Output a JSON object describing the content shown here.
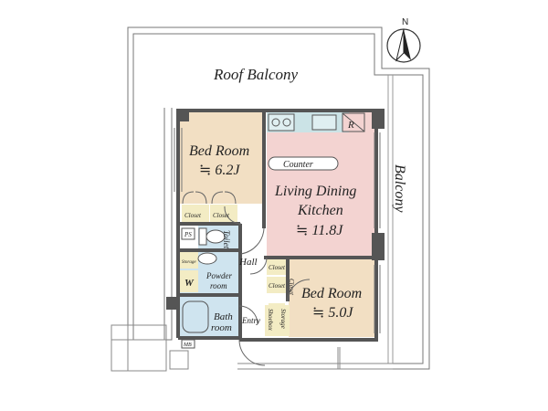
{
  "compass": {
    "north_label": "N"
  },
  "outdoor": {
    "roof_balcony": "Roof Balcony",
    "balcony": "Balcony"
  },
  "rooms": {
    "bedroom_1": {
      "name": "Bed Room",
      "size": "≒ 6.2J"
    },
    "ldk": {
      "line1": "Living Dining",
      "line2": "Kitchen",
      "size": "≒ 11.8J"
    },
    "bedroom_2": {
      "name": "Bed Room",
      "size": "≒ 5.0J"
    },
    "hall": "Hall",
    "entry": "Entry",
    "toilet": "Toilet",
    "powder_room": {
      "line1": "Powder",
      "line2": "room"
    },
    "bath": {
      "line1": "Bath",
      "line2": "room"
    }
  },
  "fixtures": {
    "counter": "Counter",
    "refrigerator": "R",
    "closet_a": "Closet",
    "closet_b": "Closet",
    "closet_c": "Closet",
    "closet_d": "Closet",
    "closet_e": "Closet",
    "ps": "PS",
    "storage_small": "Storage",
    "washer": "W",
    "shoebox": "Shoebox",
    "storage_entry": "Storage",
    "mb": "MB"
  },
  "colors": {
    "bedroom": "#f2dfc3",
    "ldk": "#f3d3d1",
    "wet_area": "#cfe4ef",
    "closet": "#f3ecc4",
    "kitchen": "#cbe3e6",
    "wall": "#555555"
  }
}
